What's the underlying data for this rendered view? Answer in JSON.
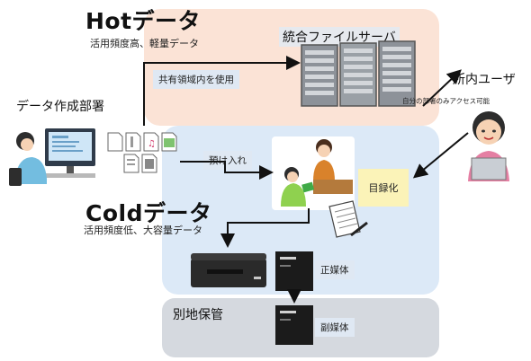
{
  "hot": {
    "title": "Hotデータ",
    "subtitle": "活用頻度高、軽量データ",
    "server_label": "統合ファイルサーバ",
    "shared_area_label": "共有領域内を使用",
    "access_note": "自分の部署のみアクセス可能"
  },
  "cold": {
    "title": "Coldデータ",
    "subtitle": "活用頻度低、大容量データ",
    "deposit_label": "預け入れ",
    "catalog_label": "目録化",
    "primary_media_label": "正媒体"
  },
  "offsite": {
    "title": "別地保管",
    "secondary_media_label": "副媒体"
  },
  "creator": {
    "label": "データ作成部署"
  },
  "user": {
    "label": "所内ユーザ"
  },
  "colors": {
    "hot_zone": "#fbe3d6",
    "cold_zone": "#dce9f7",
    "offsite_zone": "#d5d9df",
    "catalog_box": "#fbf3b8"
  }
}
